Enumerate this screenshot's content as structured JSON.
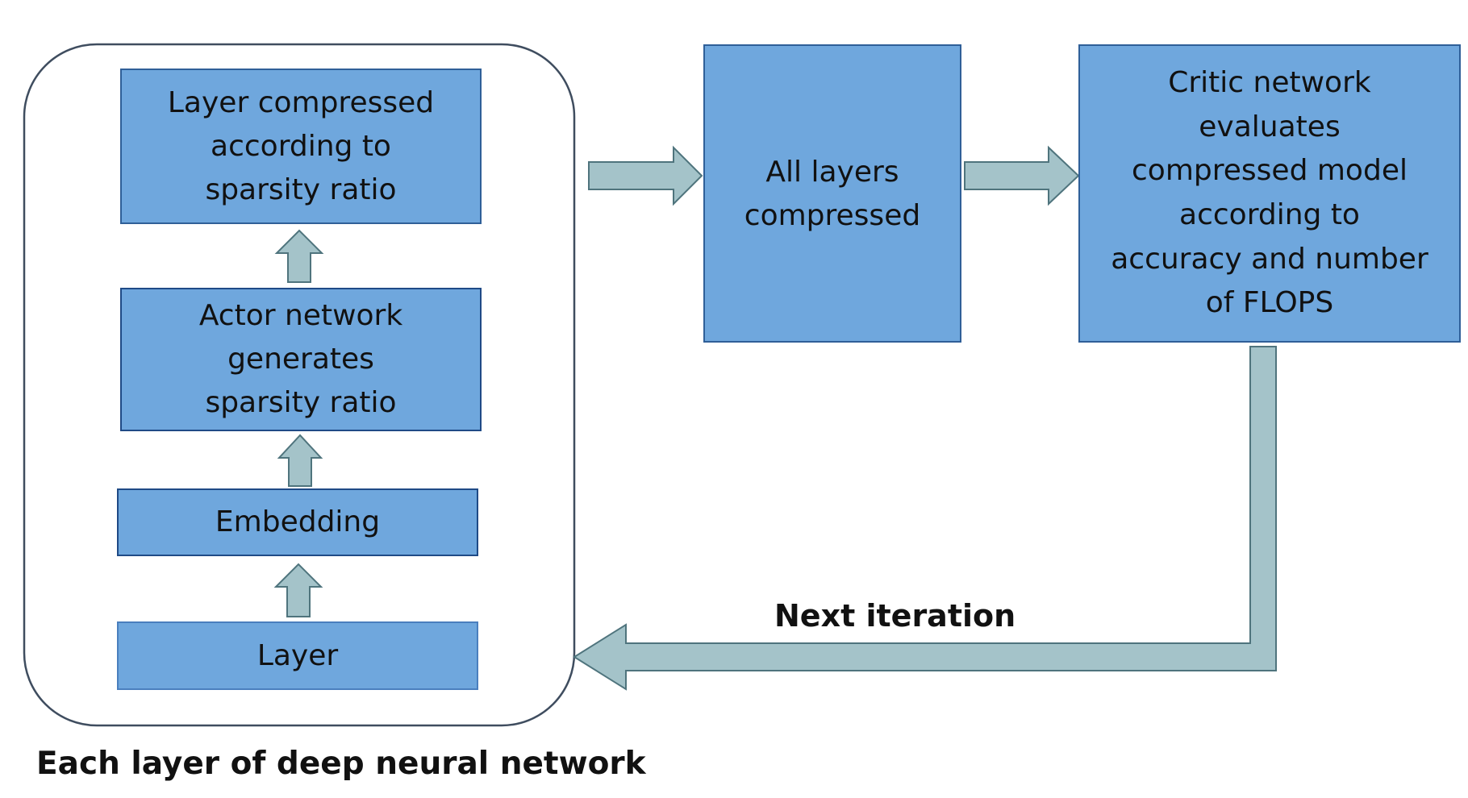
{
  "colors": {
    "box_fill": "#6fa7dd",
    "box_border": "#2f5f98",
    "arrow_fill": "#a4c3c9",
    "arrow_stroke": "#4f747d",
    "container_stroke": "#3f4d5f"
  },
  "container": {
    "caption": "Each layer of deep neural network"
  },
  "boxes": {
    "layer_compressed": "Layer compressed\naccording to\nsparsity ratio",
    "actor_network": "Actor network\ngenerates\nsparsity ratio",
    "embedding": "Embedding",
    "layer": "Layer",
    "all_layers_compressed": "All layers\ncompressed",
    "critic_network": "Critic network\nevaluates\ncompressed model\naccording to\naccuracy and number\nof FLOPS"
  },
  "feedback": {
    "label": "Next iteration"
  }
}
